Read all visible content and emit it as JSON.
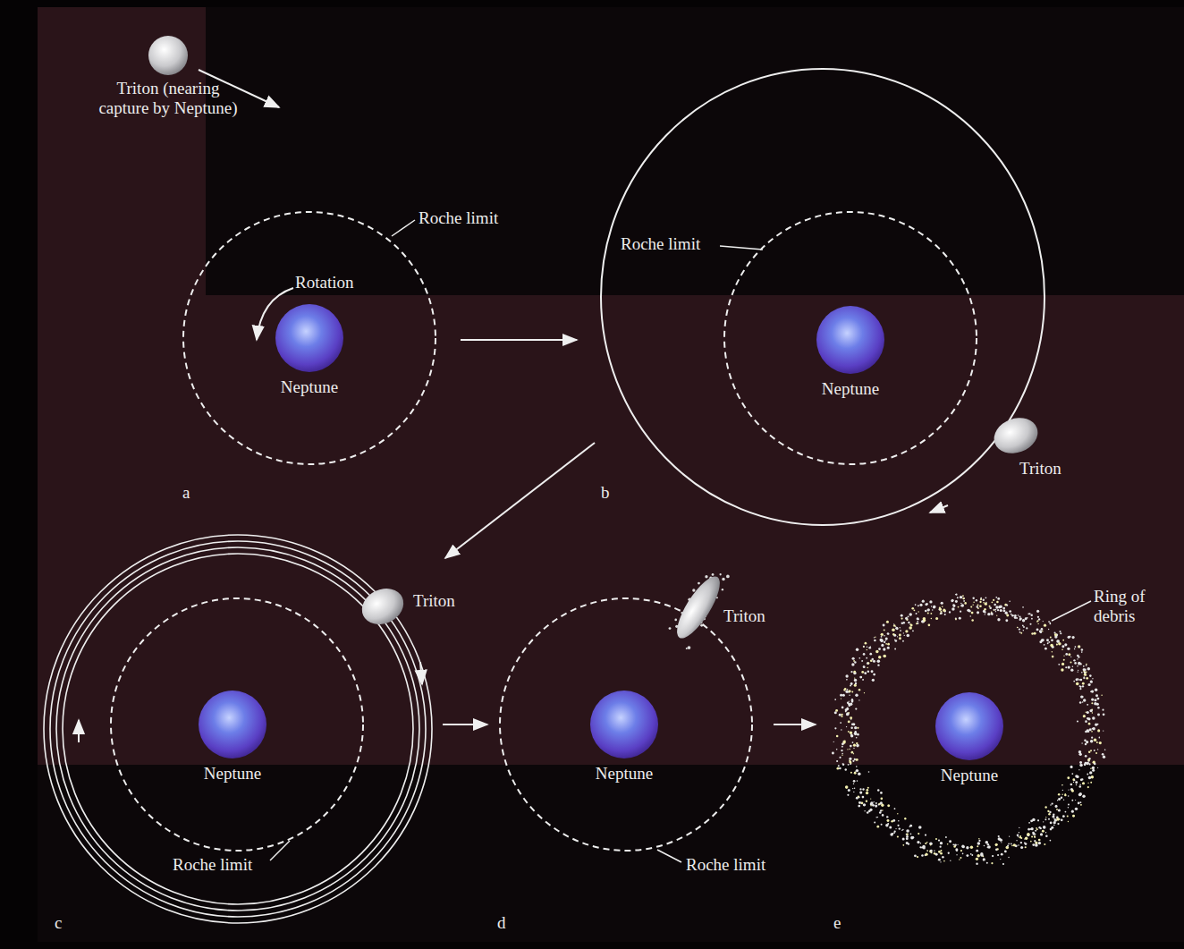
{
  "diagram": {
    "nodes": [
      {
        "text": [
          "Neptune"
        ]
      },
      {
        "text": [
          "Neptune"
        ]
      },
      {
        "text": [
          "Neptune"
        ]
      },
      {
        "text": [
          "Neptune"
        ]
      },
      {
        "text": [
          "Neptune"
        ]
      }
    ],
    "labels": [
      "Triton (nearing capture by Neptune)",
      "Roche limit",
      "Rotation",
      "a",
      "Roche limit",
      "Triton",
      "b",
      "Triton",
      "Triton",
      "Ring of debris",
      "Roche limit",
      "Roche limit",
      "c",
      "d",
      "e"
    ]
  }
}
